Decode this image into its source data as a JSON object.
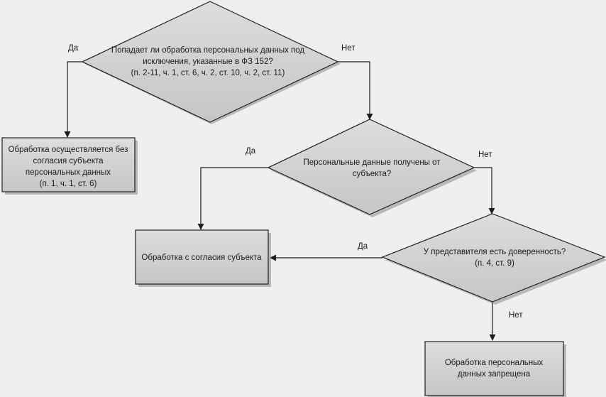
{
  "decisions": {
    "d1": {
      "line1": "Попадает ли обработка персональных данных под",
      "line2": "исключения, указанные в ФЗ 152?",
      "line3": "(п. 2-11, ч. 1, ст. 6, ч. 2, ст. 10, ч. 2, ст. 11)"
    },
    "d2": {
      "line1": "Персональные данные получены от",
      "line2": "субъекта?"
    },
    "d3": {
      "line1": "У представителя есть доверенность?",
      "line2": "(п. 4, ст. 9)"
    }
  },
  "outcomes": {
    "o1": {
      "line1": "Обработка осуществляется без",
      "line2": "согласия субъекта",
      "line3": "персональных данных",
      "line4": "(п. 1, ч. 1, ст. 6)"
    },
    "o2": {
      "line1": "Обработка с согласия субъекта"
    },
    "o3": {
      "line1": "Обработка персональных",
      "line2": "данных запрещена"
    }
  },
  "edge_labels": {
    "d1_yes": "Да",
    "d1_no": "Нет",
    "d2_yes": "Да",
    "d2_no": "Нет",
    "d3_yes": "Да",
    "d3_no": "Нет"
  }
}
